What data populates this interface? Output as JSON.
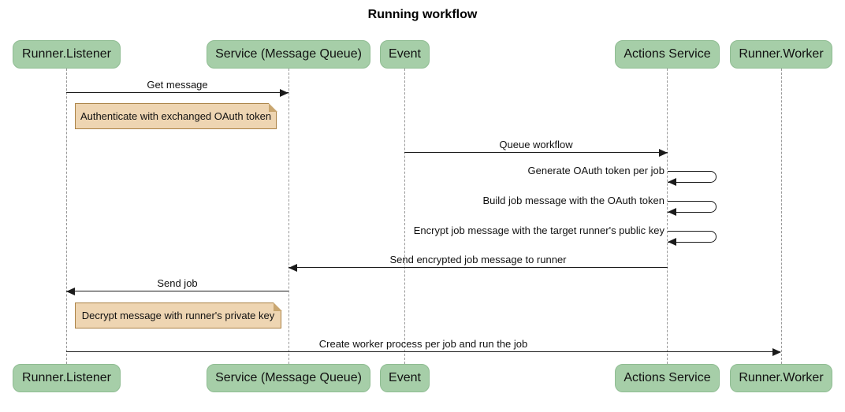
{
  "diagram": {
    "title": "Running workflow",
    "type": "sequence"
  },
  "actors": [
    {
      "name": "Runner.Listener"
    },
    {
      "name": "Service (Message Queue)"
    },
    {
      "name": "Event"
    },
    {
      "name": "Actions Service"
    },
    {
      "name": "Runner.Worker"
    }
  ],
  "messages": [
    {
      "label": "Get message",
      "from": "Runner.Listener",
      "to": "Service (Message Queue)",
      "kind": "solid-arrow"
    },
    {
      "label": "Queue workflow",
      "from": "Event",
      "to": "Actions Service",
      "kind": "solid-arrow"
    },
    {
      "label": "Generate OAuth token per job",
      "from": "Actions Service",
      "to": "Actions Service",
      "kind": "self-loop"
    },
    {
      "label": "Build job message with the OAuth token",
      "from": "Actions Service",
      "to": "Actions Service",
      "kind": "self-loop"
    },
    {
      "label": "Encrypt job message with the target runner's public key",
      "from": "Actions Service",
      "to": "Actions Service",
      "kind": "self-loop"
    },
    {
      "label": "Send encrypted job message to runner",
      "from": "Actions Service",
      "to": "Service (Message Queue)",
      "kind": "solid-arrow"
    },
    {
      "label": "Send job",
      "from": "Service (Message Queue)",
      "to": "Runner.Listener",
      "kind": "solid-arrow"
    },
    {
      "label": "Create worker process per job and run the job",
      "from": "Runner.Listener",
      "to": "Runner.Worker",
      "kind": "solid-arrow"
    }
  ],
  "notes": [
    {
      "text": "Authenticate with exchanged OAuth token",
      "over": "Runner.Listener"
    },
    {
      "text": "Decrypt message with runner's private key",
      "over": "Runner.Listener"
    }
  ],
  "colors": {
    "actor_fill": "#a6cea8",
    "actor_border": "#8fbc92",
    "note_fill": "#eed5b2",
    "note_border": "#aa8144",
    "lifeline": "#999999",
    "line": "#1b1b1b",
    "background": "#ffffff"
  }
}
